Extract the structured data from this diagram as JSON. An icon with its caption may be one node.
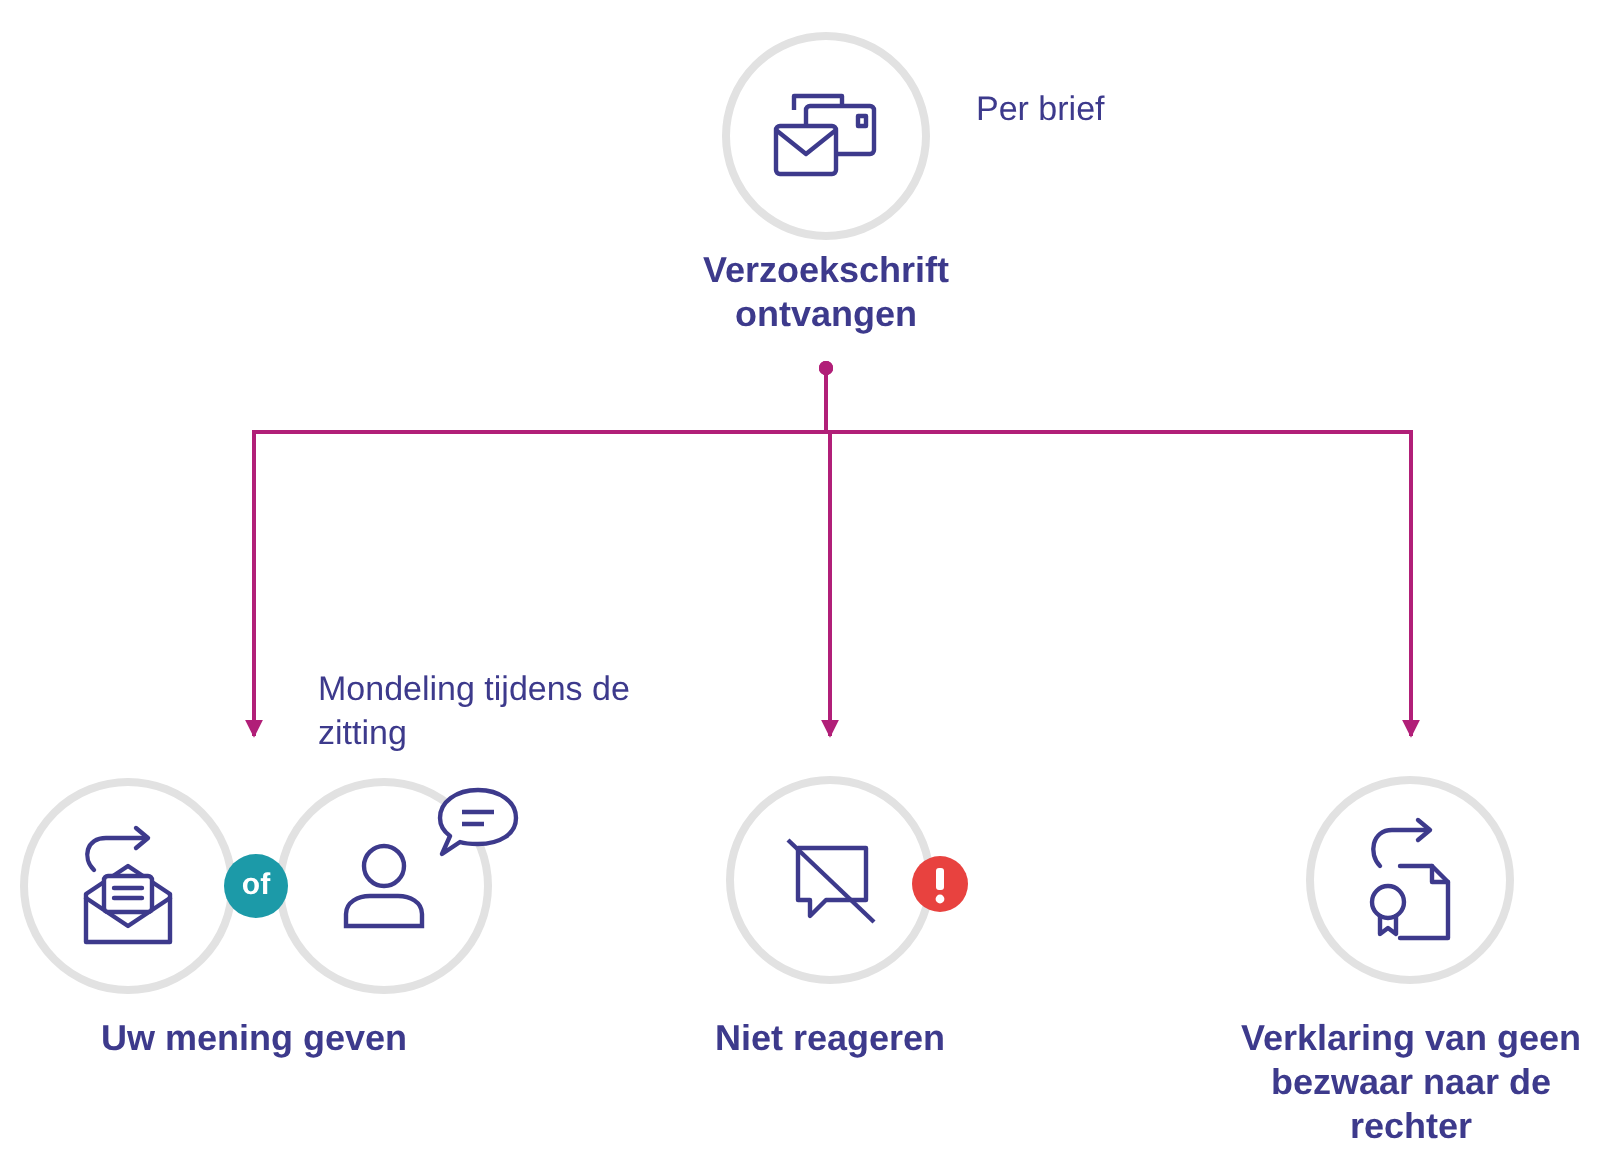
{
  "diagram": {
    "nodes": [
      {
        "text": [
          "Verzoekschrift ontvangen"
        ],
        "beside": [
          "Per brief"
        ]
      },
      {
        "text": [
          "Uw mening geven"
        ],
        "beside": [
          "Mondeling tijdens de zitting"
        ]
      },
      {
        "text": [
          "Niet reageren"
        ]
      },
      {
        "text": [
          "Verklaring van geen bezwaar naar de rechter"
        ]
      }
    ],
    "edges": [
      {
        "from": 0,
        "to": 1,
        "arrow": "to"
      },
      {
        "from": 0,
        "to": 2,
        "arrow": "to"
      },
      {
        "from": 0,
        "to": 3,
        "arrow": "to"
      }
    ],
    "labels": [
      "of"
    ]
  }
}
